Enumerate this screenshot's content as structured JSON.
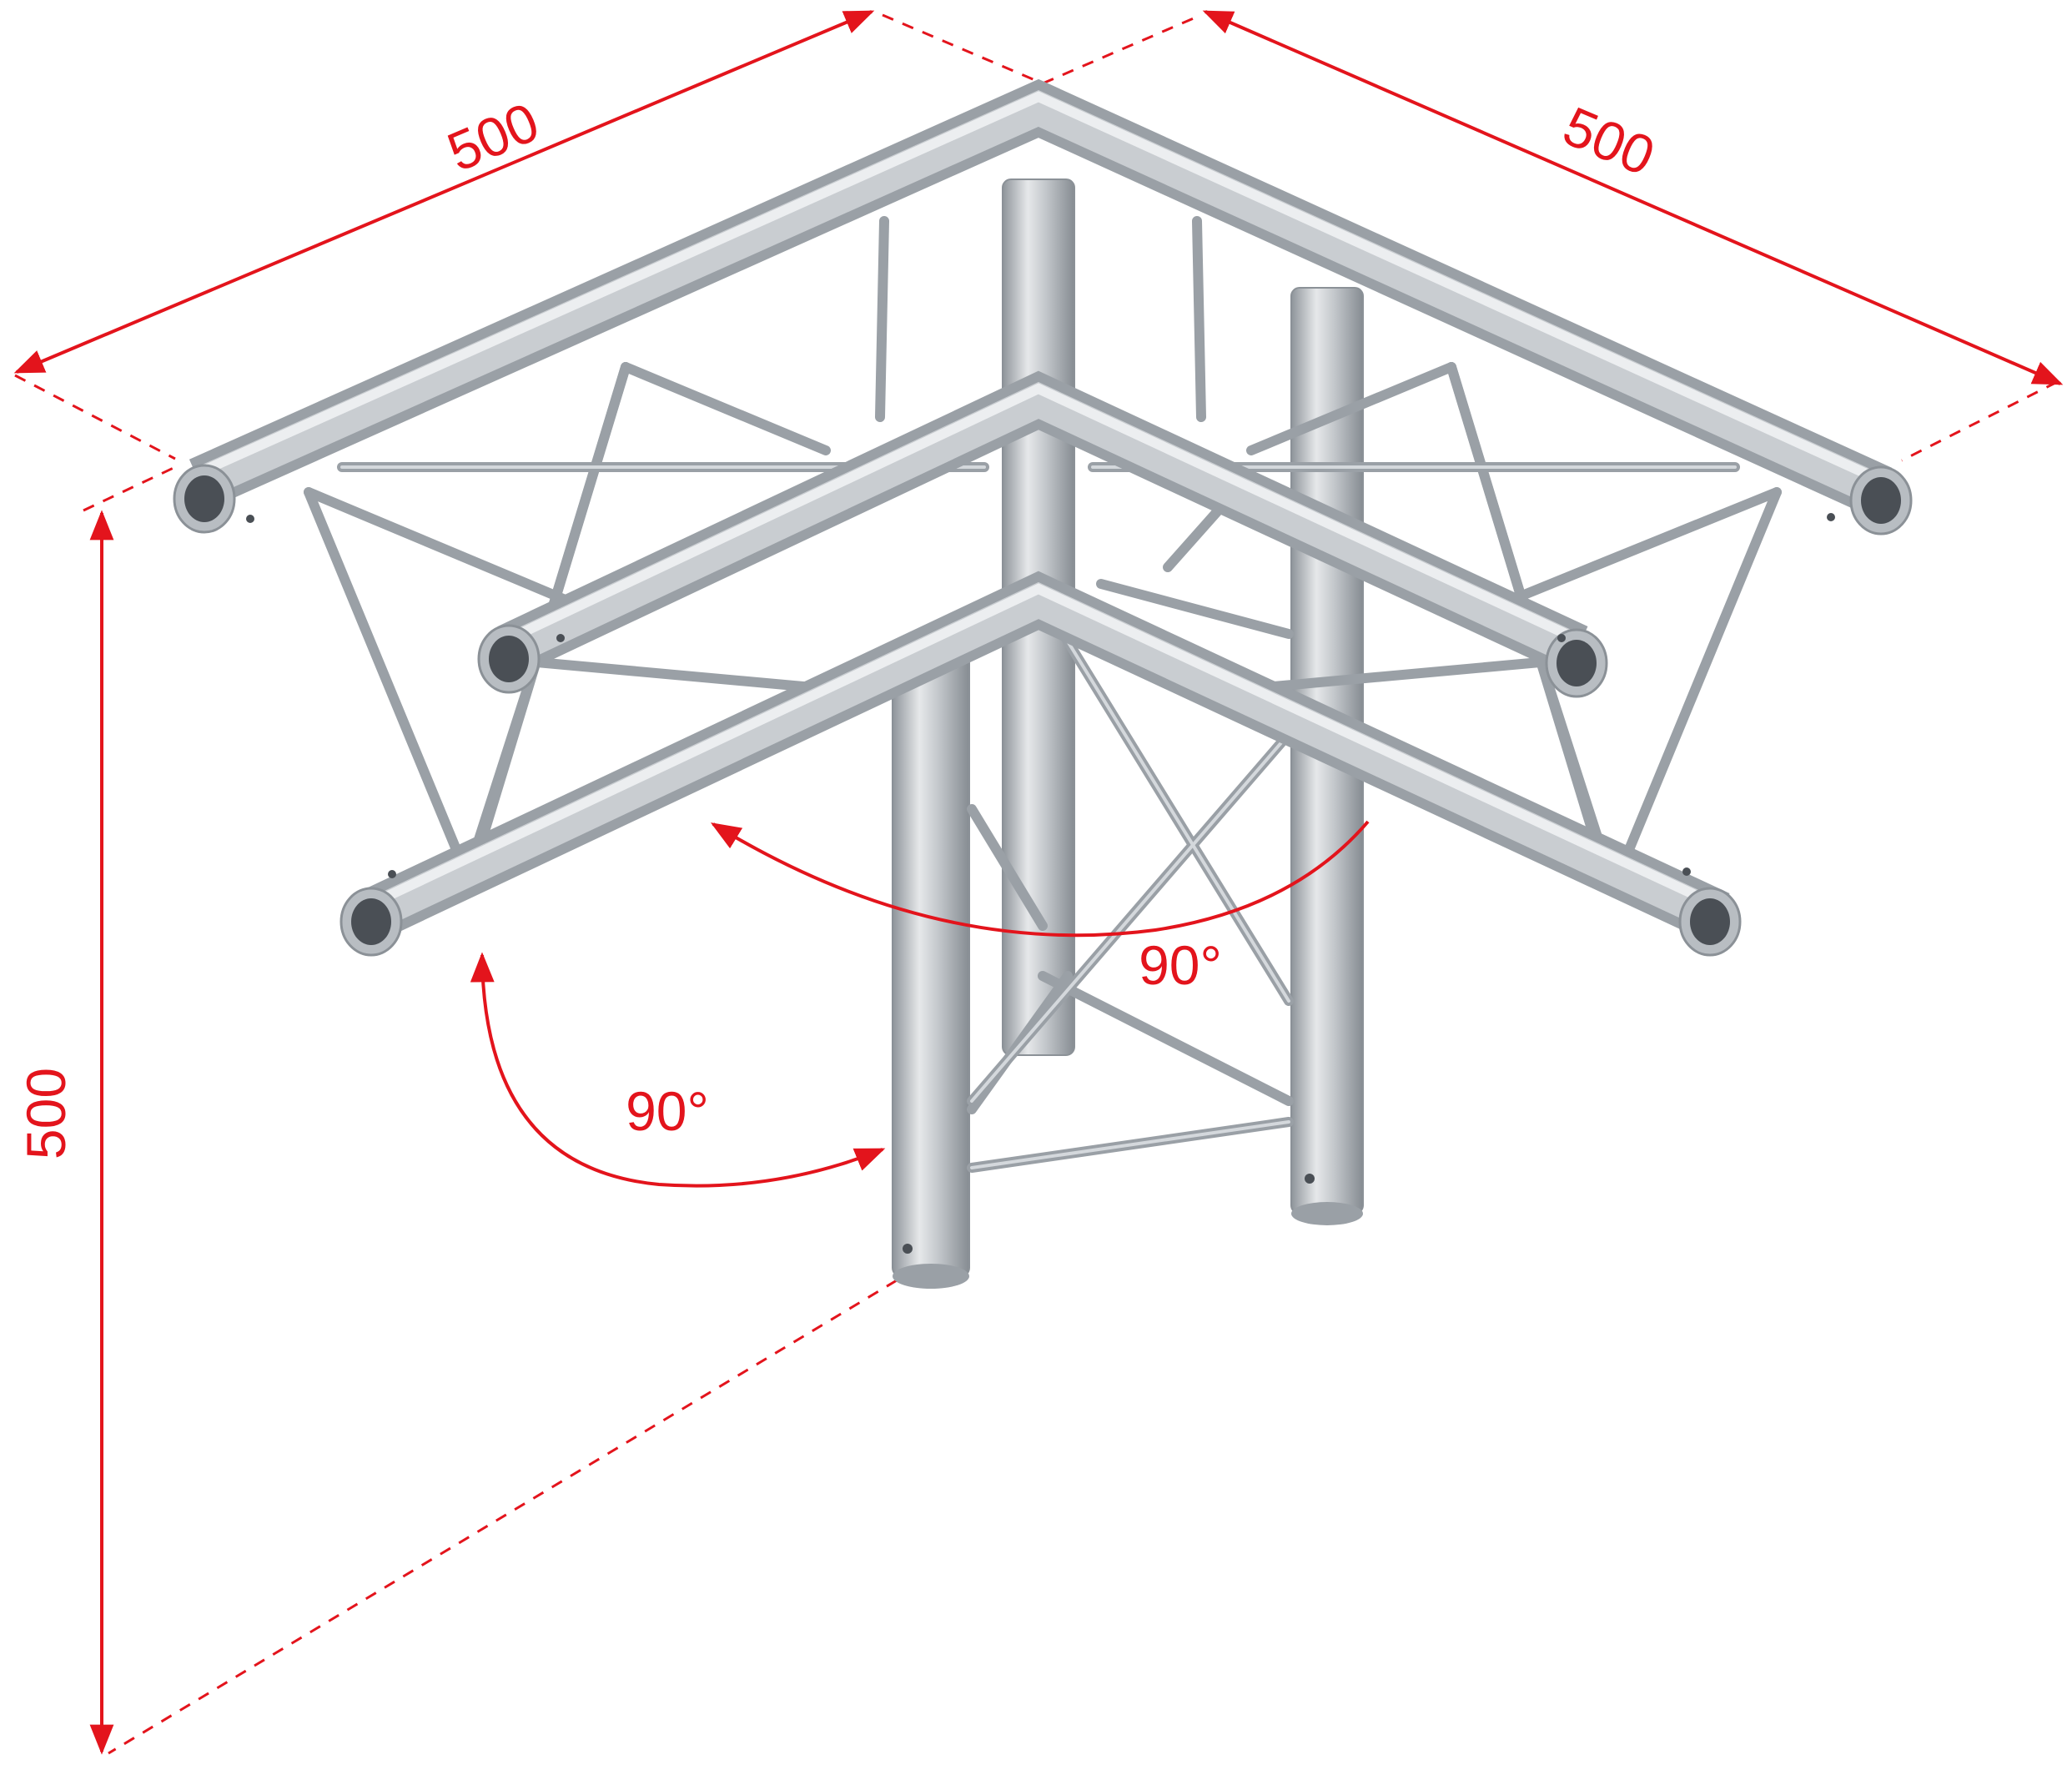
{
  "dimensions": {
    "top_left_length": "500",
    "top_right_length": "500",
    "height": "500",
    "angle_horizontal": "90°",
    "angle_vertical": "90°"
  },
  "colors": {
    "dimension_red": "#e3141c",
    "truss_silver": "#b8bdc2",
    "truss_dark": "#8b9197"
  }
}
